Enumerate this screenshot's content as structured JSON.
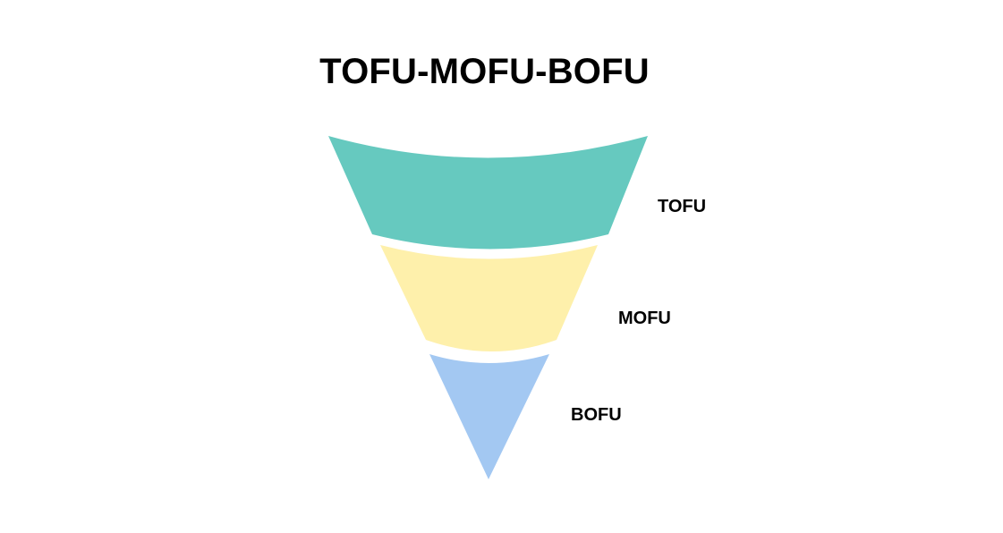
{
  "title": "TOFU-MOFU-BOFU",
  "stages": [
    {
      "label": "TOFU",
      "color": "#66c9bf"
    },
    {
      "label": "MOFU",
      "color": "#fef0ab"
    },
    {
      "label": "BOFU",
      "color": "#a3c8f2"
    }
  ]
}
